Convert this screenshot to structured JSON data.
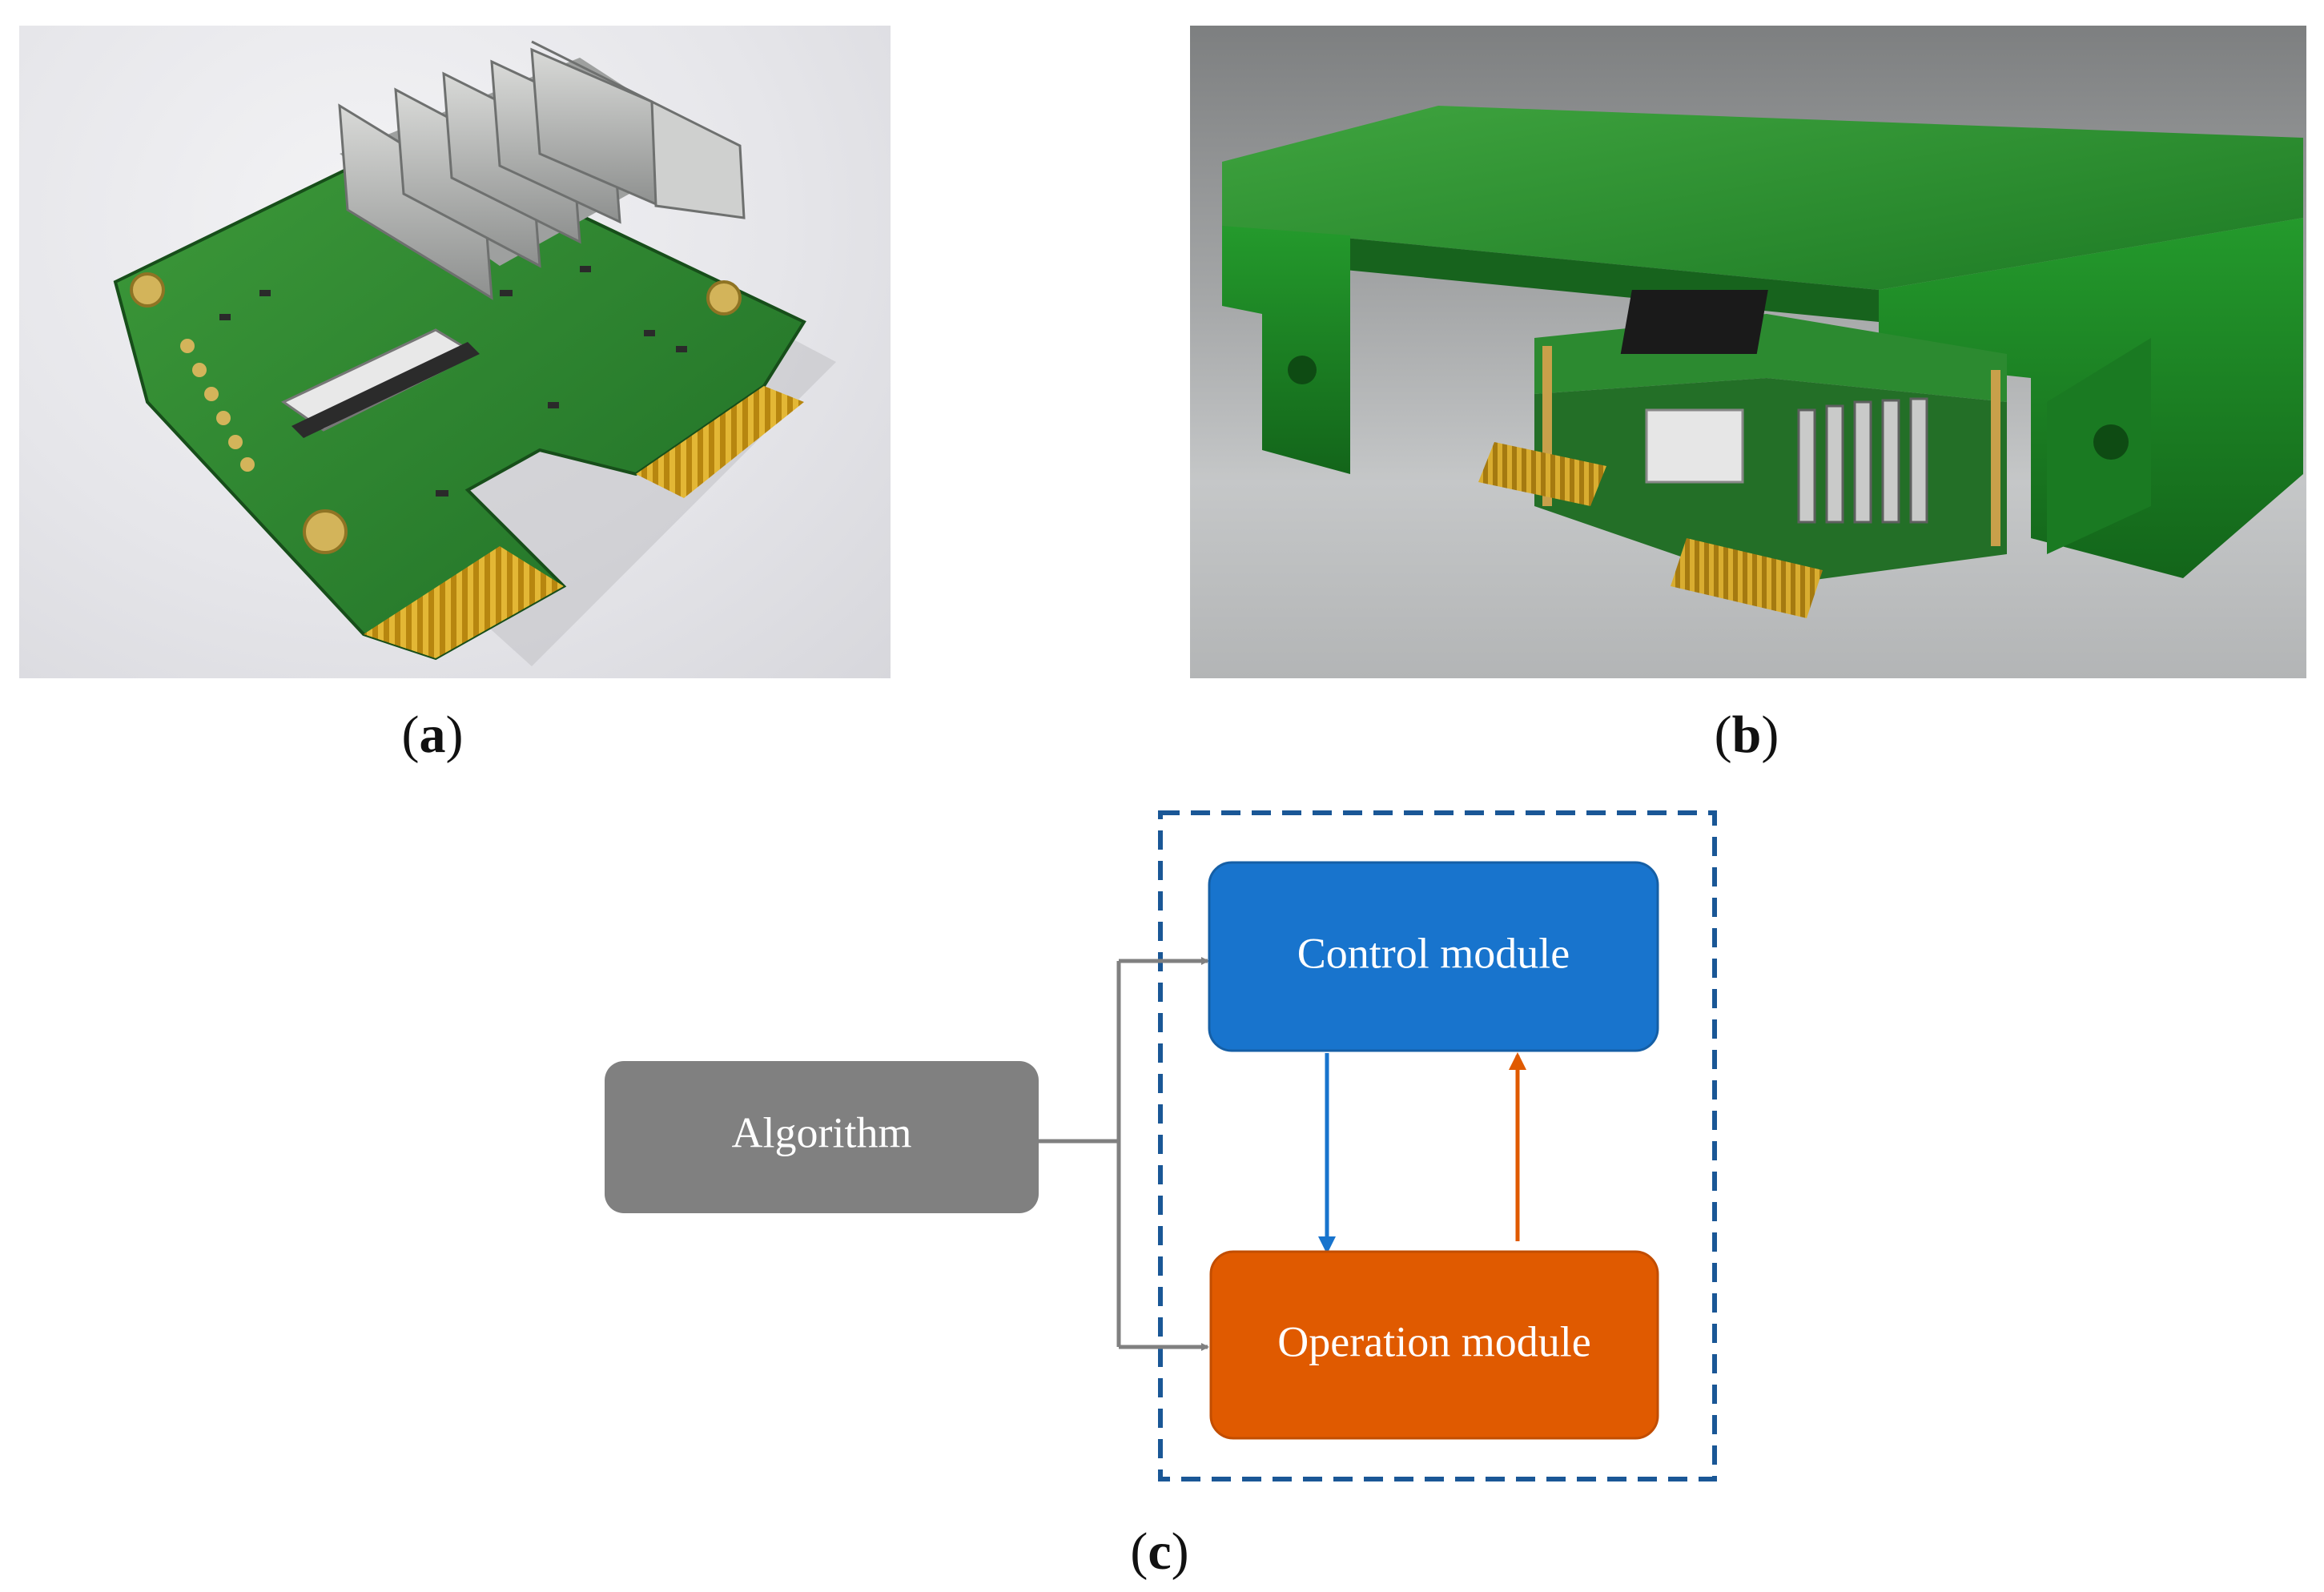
{
  "panels": {
    "a": {
      "label": "a"
    },
    "b": {
      "label": "b"
    },
    "c": {
      "label": "c"
    }
  },
  "diagram": {
    "nodes": {
      "algorithm": {
        "label": "Algorithm",
        "color": "#808080"
      },
      "control": {
        "label": "Control module",
        "color": "#1874cd"
      },
      "operation": {
        "label": "Operation module",
        "color": "#e05a00"
      }
    },
    "edges": [
      {
        "from": "algorithm",
        "to": "control",
        "color": "#808080"
      },
      {
        "from": "algorithm",
        "to": "operation",
        "color": "#808080"
      },
      {
        "from": "control",
        "to": "operation",
        "color": "#1874cd"
      },
      {
        "from": "operation",
        "to": "control",
        "color": "#e05a00"
      }
    ],
    "boundary": {
      "style": "dashed",
      "color": "#1a5796"
    }
  }
}
